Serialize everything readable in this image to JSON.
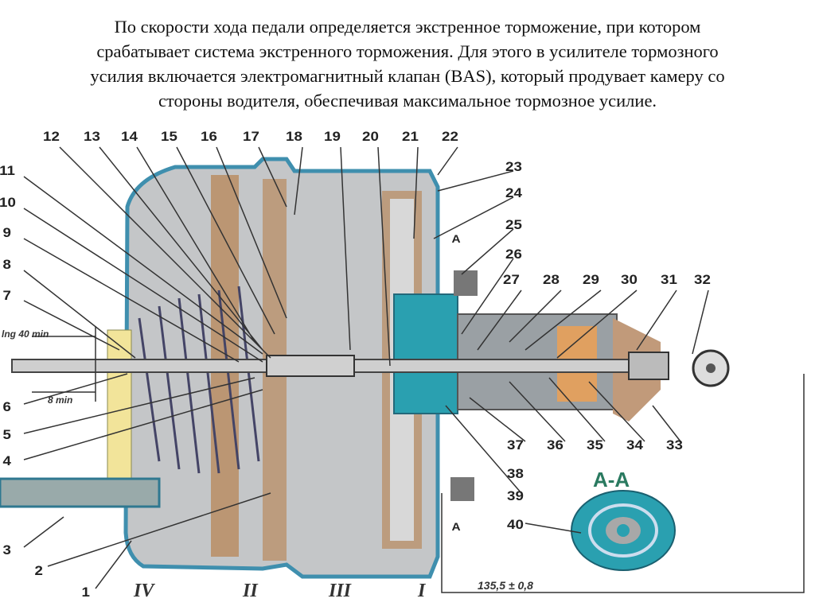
{
  "caption": {
    "line1": "По скорости хода педали определяется экстренное торможение, при котором",
    "line2": "срабатывает система экстренного торможения. Для этого в усилителе тормозного",
    "line3": "усилия включается электромагнитный клапан (BAS), который продувает камеру со",
    "line4": "стороны водителя, обеспечивая максимальное тормозное усилие."
  },
  "diagram": {
    "callouts": {
      "n1": "1",
      "n2": "2",
      "n3": "3",
      "n4": "4",
      "n5": "5",
      "n6": "6",
      "n7": "7",
      "n8": "8",
      "n9": "9",
      "n10": "10",
      "n11": "11",
      "n12": "12",
      "n13": "13",
      "n14": "14",
      "n15": "15",
      "n16": "16",
      "n17": "17",
      "n18": "18",
      "n19": "19",
      "n20": "20",
      "n21": "21",
      "n22": "22",
      "n23": "23",
      "n24": "24",
      "n25": "25",
      "n26": "26",
      "n27": "27",
      "n28": "28",
      "n29": "29",
      "n30": "30",
      "n31": "31",
      "n32": "32",
      "n33": "33",
      "n34": "34",
      "n35": "35",
      "n36": "36",
      "n37": "37",
      "n38": "38",
      "n39": "39",
      "n40": "40"
    },
    "chambers": {
      "iv": "IV",
      "ii": "II",
      "iii": "III",
      "i": "I"
    },
    "section_marker": "A",
    "section_title": "A-A",
    "dim_stroke": "lng 40 min",
    "dim_gap": "8 min",
    "dim_length": "135,5 ± 0,8",
    "colors": {
      "housing": "#3f8fae",
      "teal": "#2aa0b0",
      "gray": "#b8b8b8",
      "brown": "#b98a5e",
      "yellow": "#f2e49a",
      "orange": "#e0a060"
    }
  }
}
